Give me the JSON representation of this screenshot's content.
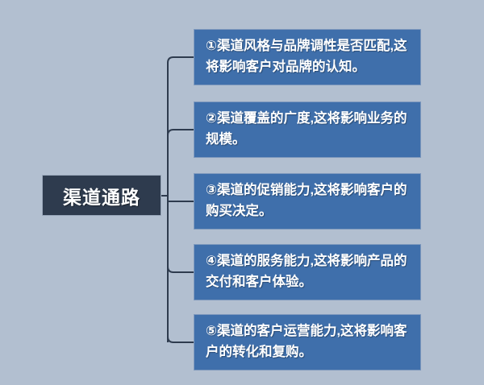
{
  "diagram": {
    "type": "mind-map",
    "title": "渠道通路",
    "background_color": "#b2bfd0",
    "root": {
      "label": "渠道通路",
      "color": "#2e3b4e",
      "text_color": "#ffffff"
    },
    "connector": {
      "color": "#2e3b4e",
      "style": "rounded-elbow",
      "width": 2
    },
    "branch_color": "#3f6fab",
    "branches": [
      {
        "index": "①",
        "label": "①渠道风格与品牌调性是否匹配,这将影响客户对品牌的认知。"
      },
      {
        "index": "②",
        "label": "②渠道覆盖的广度,这将影响业务的规模。"
      },
      {
        "index": "③",
        "label": "③渠道的促销能力,这将影响客户的购买决定。"
      },
      {
        "index": "④",
        "label": "④渠道的服务能力,这将影响产品的交付和客户体验。"
      },
      {
        "index": "⑤",
        "label": "⑤渠道的客户运营能力,这将影响客户的转化和复购。"
      }
    ]
  }
}
